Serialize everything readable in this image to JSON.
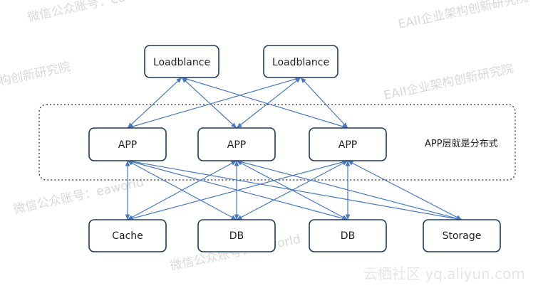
{
  "nodes": {
    "lb1": {
      "label": "Loadblance"
    },
    "lb2": {
      "label": "Loadblance"
    },
    "app1": {
      "label": "APP"
    },
    "app2": {
      "label": "APP"
    },
    "app3": {
      "label": "APP"
    },
    "cache": {
      "label": "Cache"
    },
    "db1": {
      "label": "DB"
    },
    "db2": {
      "label": "DB"
    },
    "storage": {
      "label": "Storage"
    }
  },
  "group": {
    "annotation": "APP层就是分布式"
  },
  "edges": [
    [
      "lb1",
      "app1"
    ],
    [
      "lb1",
      "app2"
    ],
    [
      "lb1",
      "app3"
    ],
    [
      "lb2",
      "app1"
    ],
    [
      "lb2",
      "app2"
    ],
    [
      "lb2",
      "app3"
    ],
    [
      "app1",
      "cache"
    ],
    [
      "app1",
      "db1"
    ],
    [
      "app1",
      "db2"
    ],
    [
      "app1",
      "storage"
    ],
    [
      "app2",
      "cache"
    ],
    [
      "app2",
      "db1"
    ],
    [
      "app2",
      "db2"
    ],
    [
      "app2",
      "storage"
    ],
    [
      "app3",
      "cache"
    ],
    [
      "app3",
      "db1"
    ],
    [
      "app3",
      "db2"
    ],
    [
      "app3",
      "storage"
    ]
  ],
  "watermark": {
    "texts": [
      "微信公众账号：eaworld",
      "EAII企业架构创新研究院",
      "构创新研究院",
      "微信公众账号：eaworld",
      "EAII企业架构创新研究院",
      "微信公众账号：eaworld"
    ],
    "brand": "云栖社区 yq.aliyun.com"
  }
}
